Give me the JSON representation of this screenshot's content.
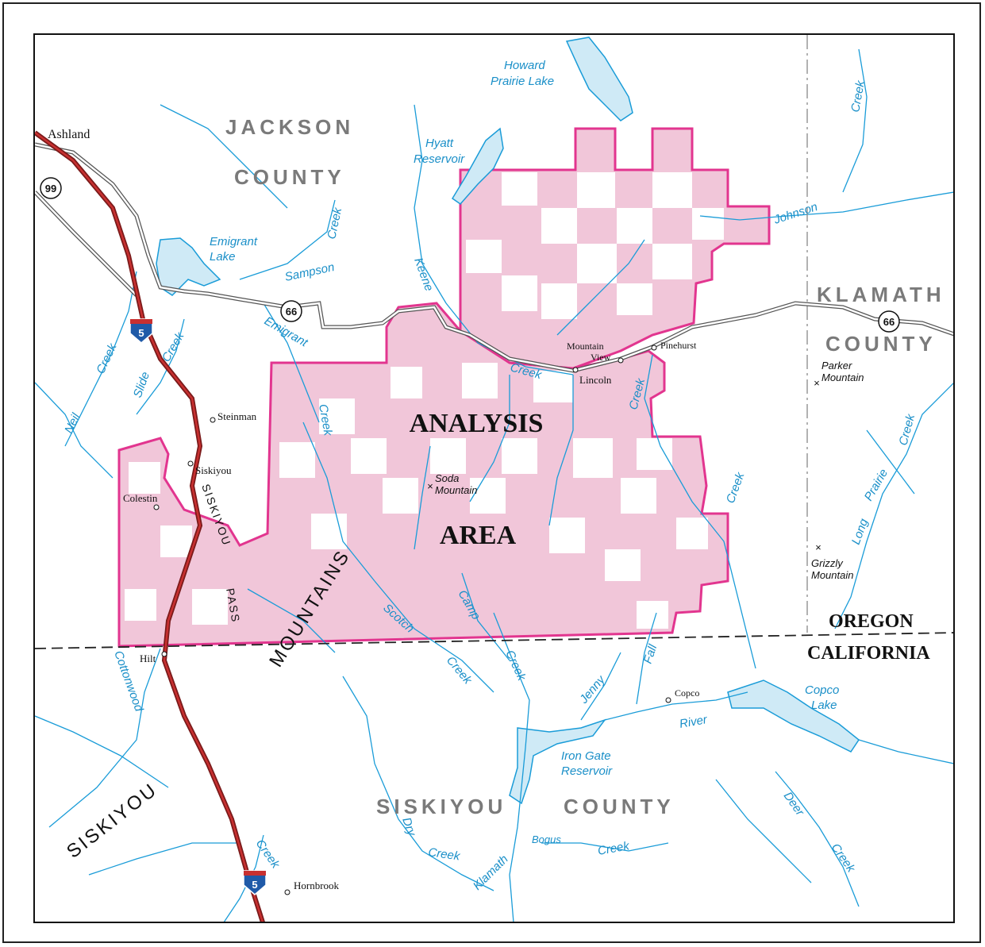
{
  "colors": {
    "analysis_fill": "#f1c6d9",
    "analysis_border": "#e2358f",
    "water": "#1a9cd8",
    "lake_fill": "#cfeaf6",
    "interstate": "#b02a2a",
    "county_label": "#7a7a7a"
  },
  "labels": {
    "analysis_line1": "ANALYSIS",
    "analysis_line2": "AREA",
    "jackson": "JACKSON",
    "county_jackson": "COUNTY",
    "klamath": "KLAMATH",
    "county_klamath": "COUNTY",
    "siskiyou_county": "SISKIYOU",
    "county_siskiyou": "COUNTY",
    "oregon": "OREGON",
    "california": "CALIFORNIA",
    "siskiyou_range": "SISKIYOU",
    "mountains": "MOUNTAINS",
    "pass_a": "SISKIYOU",
    "pass_b": "PASS"
  },
  "lakes": {
    "howard_1": "Howard",
    "howard_2": "Prairie Lake",
    "hyatt_1": "Hyatt",
    "hyatt_2": "Reservoir",
    "emigrant_1": "Emigrant",
    "emigrant_2": "Lake",
    "irongate_1": "Iron Gate",
    "irongate_2": "Reservoir",
    "copco_1": "Copco",
    "copco_2": "Lake"
  },
  "streams": {
    "sampson": "Sampson",
    "creek_1": "Creek",
    "keene": "Keene",
    "emigrant": "Emigrant",
    "creek_2": "Creek",
    "creek_3": "Creek",
    "creek_4": "Creek",
    "johnson": "Johnson",
    "creek_ne": "Creek",
    "neil": "Neil",
    "creek_neil": "Creek",
    "slide": "Slide",
    "creek_slide": "Creek",
    "prairie": "Prairie",
    "creek_prairie": "Creek",
    "long": "Long",
    "creek_e": "Creek",
    "scotch": "Scotch",
    "creek_scotch": "Creek",
    "camp": "Camp",
    "creek_camp": "Creek",
    "jenny": "Jenny",
    "fall": "Fall",
    "river": "River",
    "cottonwood": "Cottonwood",
    "dry": "Dry",
    "creek_dry": "Creek",
    "bogus": "Bogus",
    "creek_bogus": "Creek",
    "deer": "Deer",
    "creek_deer": "Creek",
    "klamath_river": "Klamath",
    "creek_hornbrook": "Creek"
  },
  "towns": {
    "ashland": "Ashland",
    "steinman": "Steinman",
    "siskiyou": "Siskiyou",
    "colestin": "Colestin",
    "hilt": "Hilt",
    "hornbrook": "Hornbrook",
    "mountain_1": "Mountain",
    "view": "View",
    "lincoln": "Lincoln",
    "pinehurst": "Pinehurst",
    "copco": "Copco"
  },
  "peaks": {
    "soda_1": "Soda",
    "soda_2": "Mountain",
    "parker_1": "Parker",
    "parker_2": "Mountain",
    "grizzly_1": "Grizzly",
    "grizzly_2": "Mountain"
  },
  "shields": {
    "i5": "5",
    "hwy99": "99",
    "hwy66": "66"
  }
}
